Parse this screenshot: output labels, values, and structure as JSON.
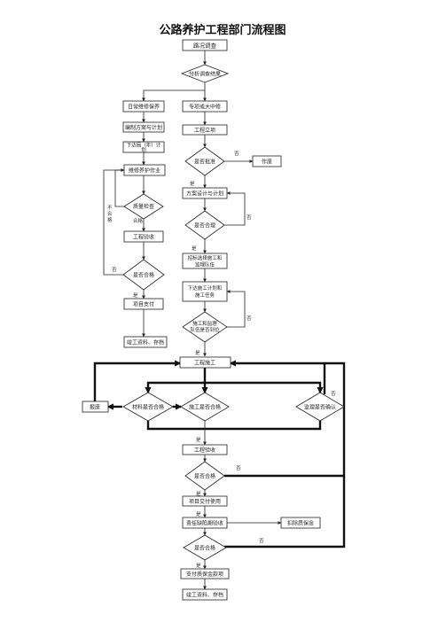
{
  "title": "公路养护工程部门流程图",
  "nodes": {
    "survey": "路况调查",
    "analyze": "分析调查结果",
    "daily": "日常维修保养",
    "special": "专项或大中修",
    "plan": "编制方案与计划",
    "project_setup": "工程立项",
    "dispatch_l1": "下达局（年）计",
    "dispatch_l2": "划",
    "approve": "是否批准",
    "cancel": "作废",
    "maint_work": "维修养护作业",
    "design": "方案设计与计划",
    "quality": "质量检查",
    "ok1": "合格",
    "not_ok": "不合格",
    "reasonable": "是否合理",
    "accept1": "工程验收",
    "bid_l1": "招标选择施工和",
    "bid_l2": "监理队伍",
    "pass1": "是否合格",
    "issue_l1": "下达施工计划和",
    "issue_l2": "施工任务",
    "pay1": "项目支付",
    "team_l1": "施工和监理",
    "team_l2": "队伍是否到位",
    "archive1": "竣工资料、存档",
    "construct": "工程施工",
    "scrap": "报废",
    "material": "材料是否合格",
    "build_ok": "施工是否合格",
    "supervise": "监理是否确认",
    "accept2": "工程验收",
    "pass2": "是否合格",
    "deliver": "项目交付使用",
    "defect": "责任缺陷期验收",
    "deduct": "扣除质保金",
    "pass3": "是否合格",
    "pay2": "支付质保金款项",
    "archive2": "竣工资料、存档"
  },
  "labels": {
    "no": "否",
    "yes": "是"
  }
}
